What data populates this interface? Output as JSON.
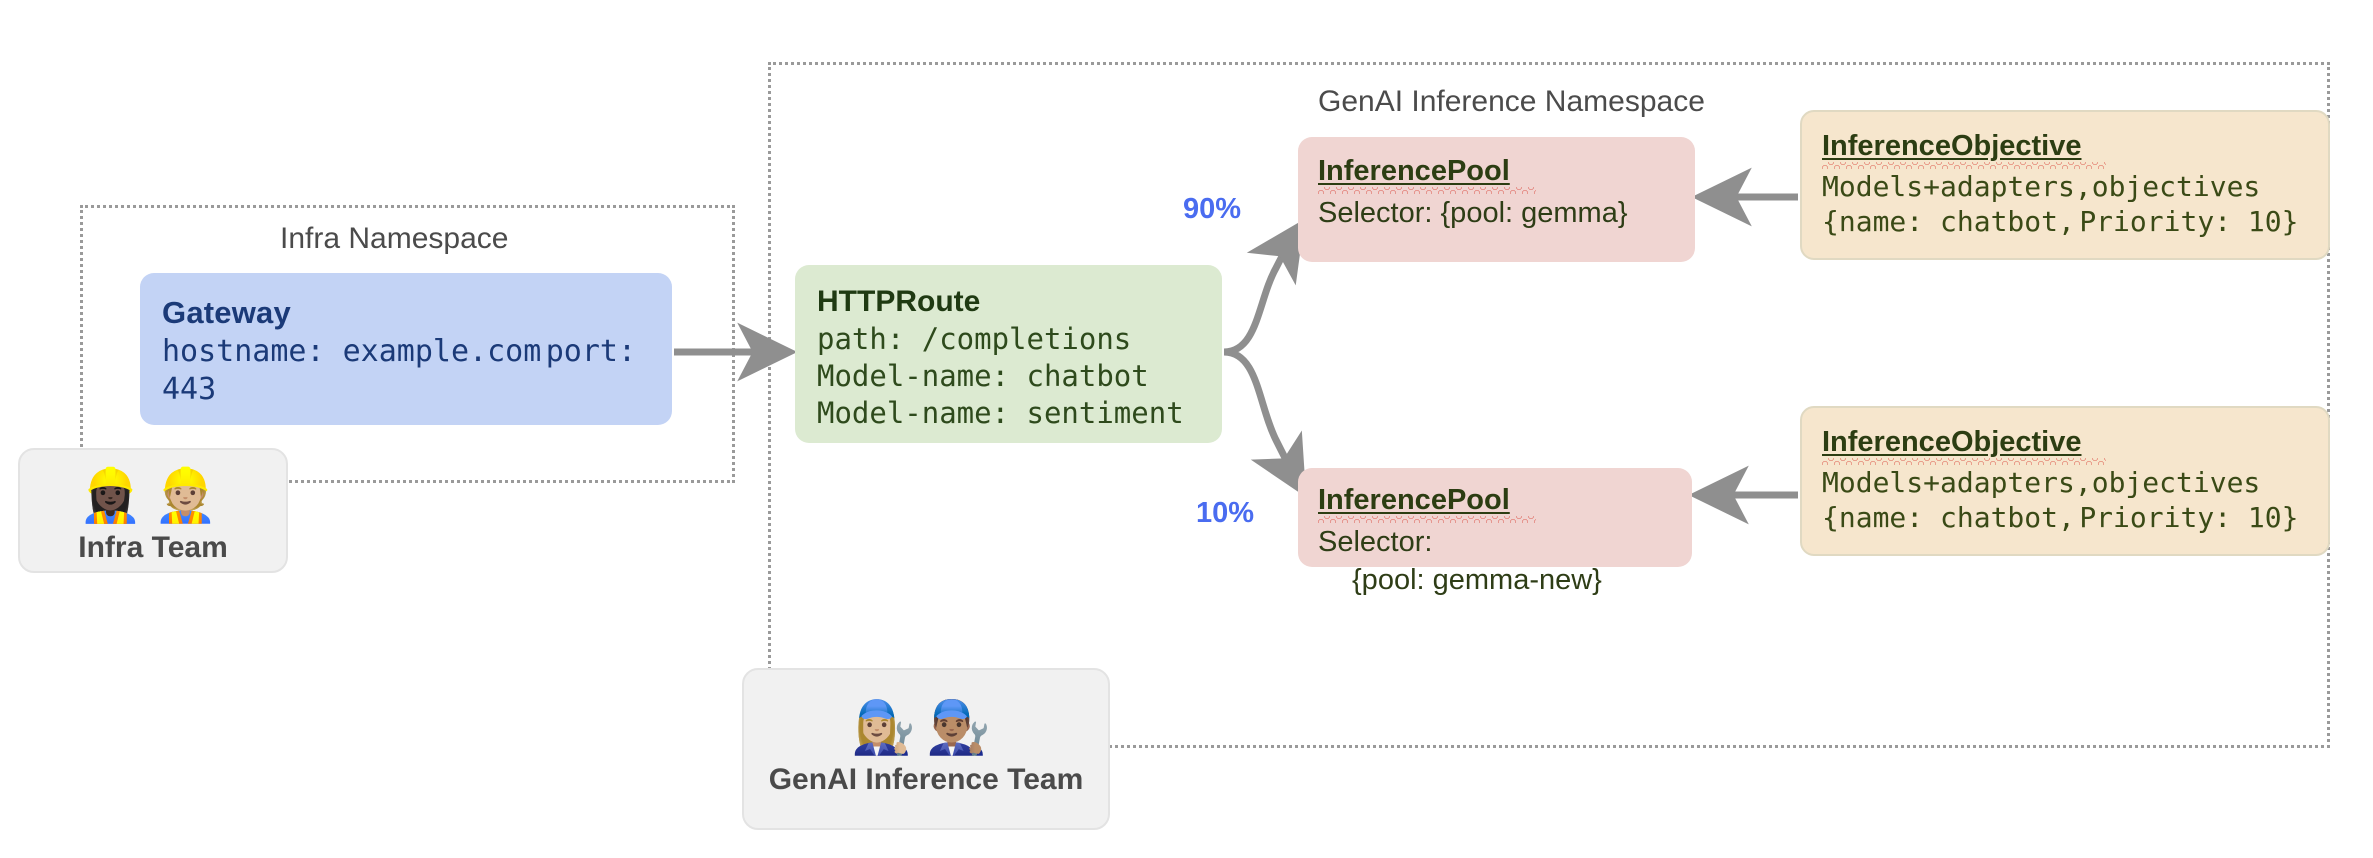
{
  "namespaces": [
    {
      "id": "infra",
      "title": "Infra Namespace"
    },
    {
      "id": "genai",
      "title": "GenAI Inference Namespace"
    }
  ],
  "gateway": {
    "title": "Gateway",
    "hostname": "hostname: example.com",
    "port": "port: 443"
  },
  "httproute": {
    "title": "HTTPRoute",
    "path": "path: /completions",
    "model_name_1": "Model-name: chatbot",
    "model_name_2": "Model-name: sentiment"
  },
  "pools": [
    {
      "title": "InferencePool",
      "selector_line_1": "Selector: {pool: gemma}",
      "selector_line_2": "",
      "weight": "90%"
    },
    {
      "title": "InferencePool",
      "selector_line_1": "Selector:",
      "selector_line_2": "{pool: gemma-new}",
      "weight": "10%"
    }
  ],
  "objectives": [
    {
      "title": "InferenceObjective",
      "line_1": "Models+adapters,objectives",
      "line_2": "{name: chatbot,",
      "line_3": "Priority: 10}"
    },
    {
      "title": "InferenceObjective",
      "line_1": "Models+adapters,objectives",
      "line_2": "{name: chatbot,",
      "line_3": "Priority: 10}"
    }
  ],
  "teams": [
    {
      "name": "Infra Team",
      "emoji": "👷🏿‍♀️👷🏼"
    },
    {
      "name": "GenAI Inference Team",
      "emoji": "👩🏼‍🔧👨🏽‍🔧"
    }
  ],
  "colors": {
    "gateway_bg": "#c3d3f5",
    "httproute_bg": "#dcead1",
    "pool_bg": "#f0d5d2",
    "objective_bg": "#f6e6cd",
    "team_bg": "#f1f1f1",
    "arrow": "#8f8f8f",
    "weight_label": "#4a6cf0",
    "namespace_border": "#9a9a9a"
  }
}
